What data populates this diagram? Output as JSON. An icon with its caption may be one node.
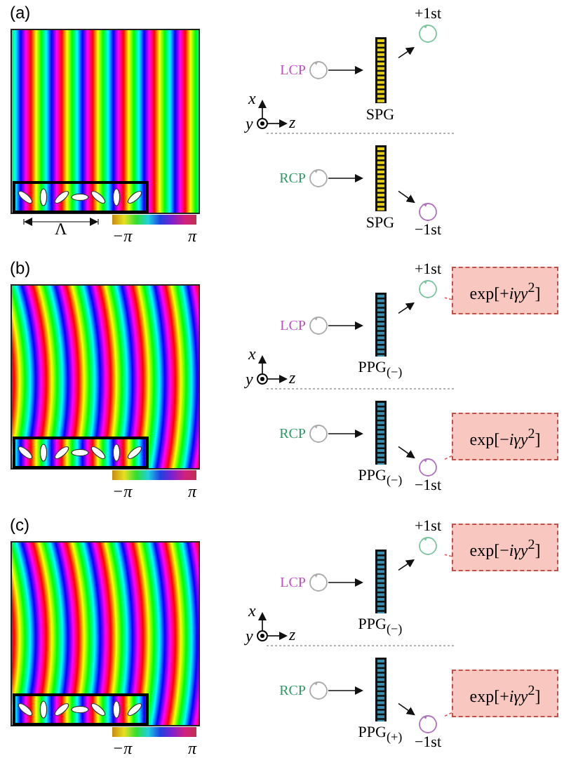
{
  "diagram": {
    "nodes": [
      {
        "text": [
          "LCP"
        ]
      },
      {
        "text": [
          "SPG"
        ]
      },
      {
        "text": [
          "+1st"
        ]
      },
      {
        "text": [
          "RCP"
        ]
      },
      {
        "text": [
          "SPG"
        ]
      },
      {
        "text": [
          "−1st"
        ]
      },
      {
        "text": [
          "LCP"
        ]
      },
      {
        "text": [
          "PPG$_{(−)}$"
        ]
      },
      {
        "text": [
          "+1st"
        ]
      },
      {
        "text": [
          "exp[+*iγy*$^{2}$]"
        ]
      },
      {
        "text": [
          "RCP"
        ]
      },
      {
        "text": [
          "PPG$_{(−)}$"
        ]
      },
      {
        "text": [
          "−1st"
        ]
      },
      {
        "text": [
          "exp[−*iγy*$^{2}$]"
        ]
      },
      {
        "text": [
          "LCP"
        ]
      },
      {
        "text": [
          "PPG$_{(−)}$"
        ]
      },
      {
        "text": [
          "+1st"
        ]
      },
      {
        "text": [
          "exp[−*iγy*$^{2}$]"
        ]
      },
      {
        "text": [
          "RCP"
        ]
      },
      {
        "text": [
          "PPG$_{(+)}$"
        ]
      },
      {
        "text": [
          "−1st"
        ]
      },
      {
        "text": [
          "exp[+*iγy*$^{2}$]"
        ]
      }
    ],
    "edges": [
      {
        "from": 0,
        "to": 1,
        "arrow": "to"
      },
      {
        "from": 1,
        "to": 2,
        "arrow": "to"
      },
      {
        "from": 3,
        "to": 4,
        "arrow": "to"
      },
      {
        "from": 4,
        "to": 5,
        "arrow": "to"
      },
      {
        "from": 6,
        "to": 7,
        "arrow": "to"
      },
      {
        "from": 7,
        "to": 8,
        "arrow": "to"
      },
      {
        "from": 9,
        "to": 8,
        "arrow": "none",
        "style": "dashed",
        "color": "#d9534f"
      },
      {
        "from": 10,
        "to": 11,
        "arrow": "to"
      },
      {
        "from": 11,
        "to": 12,
        "arrow": "to"
      },
      {
        "from": 13,
        "to": 12,
        "arrow": "none",
        "style": "dashed",
        "color": "#d9534f"
      },
      {
        "from": 14,
        "to": 15,
        "arrow": "to"
      },
      {
        "from": 15,
        "to": 16,
        "arrow": "to"
      },
      {
        "from": 17,
        "to": 16,
        "arrow": "none",
        "style": "dashed",
        "color": "#d9534f"
      },
      {
        "from": 18,
        "to": 19,
        "arrow": "to"
      },
      {
        "from": 19,
        "to": 20,
        "arrow": "to"
      },
      {
        "from": 21,
        "to": 20,
        "arrow": "none",
        "style": "dashed",
        "color": "#d9534f"
      }
    ],
    "labels": [
      "(a)",
      "x",
      "y",
      "z",
      "Λ",
      "−π",
      "π",
      "(b)",
      "x",
      "y",
      "z",
      "−π",
      "π",
      "(c)",
      "x",
      "y",
      "z",
      "−π",
      "π"
    ]
  }
}
